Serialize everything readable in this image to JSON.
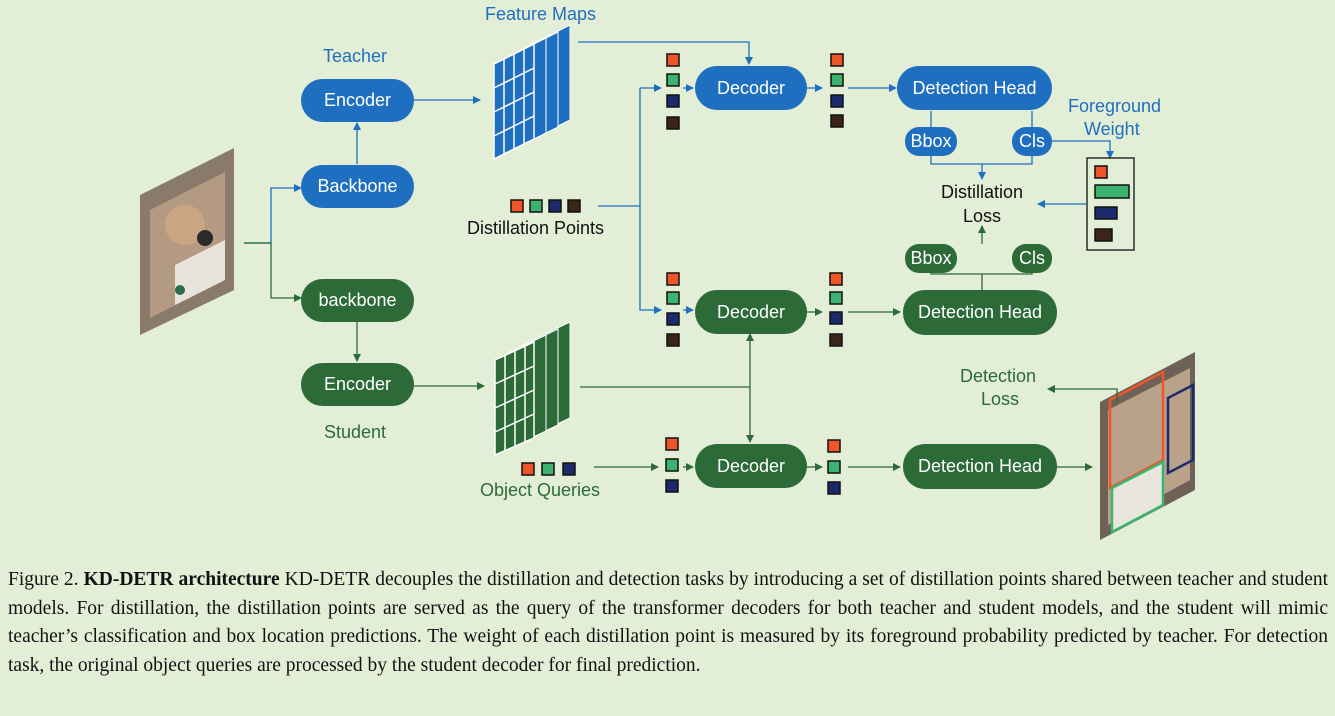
{
  "labels": {
    "feature_maps": "Feature Maps",
    "teacher": "Teacher",
    "student": "Student",
    "distillation_points": "Distillation Points",
    "foreground_weight_line1": "Foreground",
    "foreground_weight_line2": "Weight",
    "distillation_loss_line1": "Distillation",
    "distillation_loss_line2": "Loss",
    "detection_loss_line1": "Detection",
    "detection_loss_line2": "Loss",
    "object_queries": "Object Queries"
  },
  "teacher": {
    "encoder": "Encoder",
    "backbone": "Backbone",
    "decoder": "Decoder",
    "detection_head": "Detection Head",
    "bbox": "Bbox",
    "cls": "Cls"
  },
  "student": {
    "backbone": "backbone",
    "encoder": "Encoder",
    "decoder_distill": "Decoder",
    "detection_head_distill": "Detection Head",
    "bbox": "Bbox",
    "cls": "Cls",
    "decoder_detect": "Decoder",
    "detection_head_detect": "Detection Head"
  },
  "colors": {
    "teacher": "#1f6fc0",
    "student": "#2c6b37",
    "point_orange": "#f0552a",
    "point_green": "#3cb371",
    "point_navy": "#1b2a6b",
    "point_brown": "#3b2419",
    "background": "#e3eed7"
  },
  "icons": {
    "input_image": "cat-photo-icon",
    "output_image": "cat-photo-detections-icon",
    "feature_maps": "feature-grid-icon"
  },
  "caption": {
    "figure": "Figure 2.",
    "title": "KD-DETR architecture",
    "body": "KD-DETR decouples the distillation and detection tasks by introducing a set of distillation points shared between teacher and student models. For distillation, the distillation points are served as the query of the transformer decoders for both teacher and student models, and the student will mimic teacher’s classification and box location predictions. The weight of each distillation point is measured by its foreground probability predicted by teacher. For detection task, the original object queries are processed by the student decoder for final prediction."
  }
}
